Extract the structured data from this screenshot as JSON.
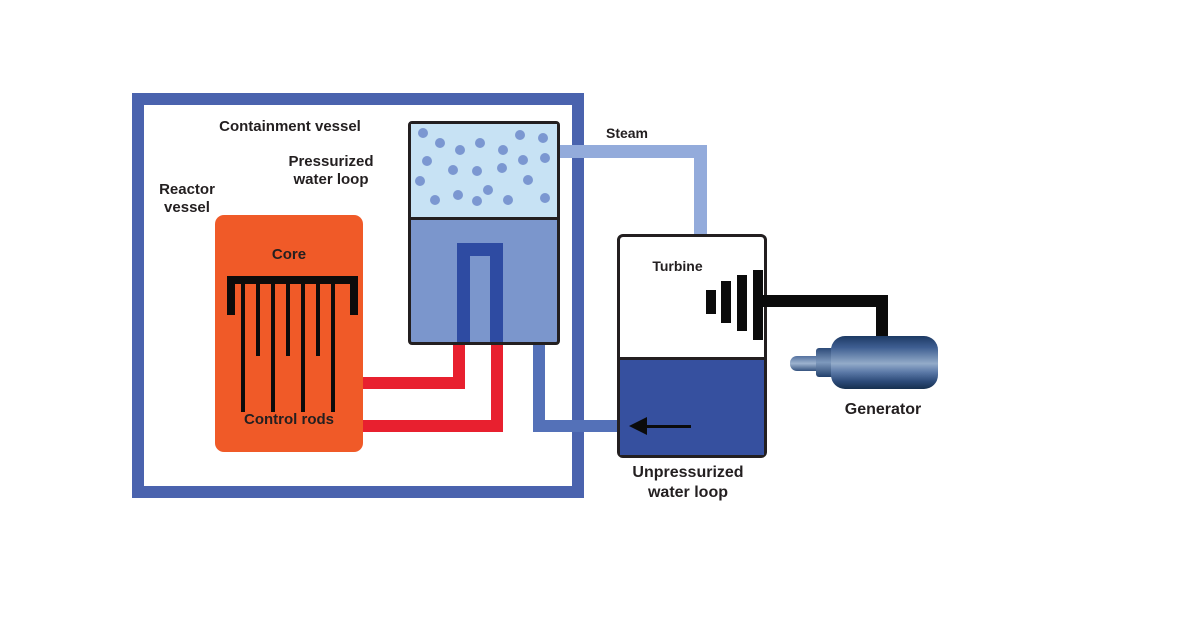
{
  "labels": {
    "containment_vessel": "Containment vessel",
    "pressurized_line1": "Pressurized",
    "pressurized_line2": "water loop",
    "reactor_line1": "Reactor",
    "reactor_line2": "vessel",
    "core": "Core",
    "control_rods": "Control rods",
    "steam": "Steam",
    "turbine": "Turbine",
    "generator": "Generator",
    "unpressurized_line1": "Unpressurized",
    "unpressurized_line2": "water loop"
  },
  "icons": {
    "control_rods": "control-rods-icon",
    "steam_bubbles": "steam-bubbles-icon",
    "turbine_blades": "turbine-blades-icon",
    "flow_arrow": "flow-arrow-left-icon",
    "generator": "generator-cylinder-icon"
  },
  "colors": {
    "containment_wall": "#4a63ae",
    "reactor_orange": "#f05a28",
    "hot_leg_red": "#e8202f",
    "steam_pipe_blue": "#93abdb",
    "return_pipe_blue": "#5471b8",
    "steam_fill": "#c7e2f4",
    "steam_bubble": "#7b97d1",
    "secondary_water": "#7b96cc",
    "primary_u_pipe": "#2e4ba2",
    "turbine_water": "#36509f",
    "outline_black": "#231f20",
    "text_black": "#231f20"
  }
}
